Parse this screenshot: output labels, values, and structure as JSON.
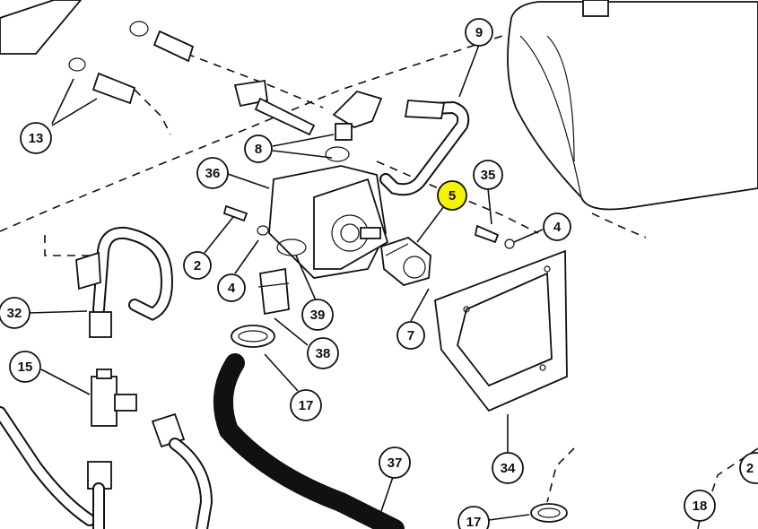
{
  "diagram": {
    "highlight_color": "#f4f400",
    "callouts": [
      {
        "id": "c13",
        "label": "13",
        "highlighted": false
      },
      {
        "id": "c9",
        "label": "9",
        "highlighted": false
      },
      {
        "id": "c8",
        "label": "8",
        "highlighted": false
      },
      {
        "id": "c36",
        "label": "36",
        "highlighted": false
      },
      {
        "id": "c5",
        "label": "5",
        "highlighted": true
      },
      {
        "id": "c35",
        "label": "35",
        "highlighted": false
      },
      {
        "id": "c4a",
        "label": "4",
        "highlighted": false
      },
      {
        "id": "c2a",
        "label": "2",
        "highlighted": false
      },
      {
        "id": "c4b",
        "label": "4",
        "highlighted": false
      },
      {
        "id": "c39",
        "label": "39",
        "highlighted": false
      },
      {
        "id": "c7",
        "label": "7",
        "highlighted": false
      },
      {
        "id": "c32",
        "label": "32",
        "highlighted": false
      },
      {
        "id": "c38",
        "label": "38",
        "highlighted": false
      },
      {
        "id": "c15",
        "label": "15",
        "highlighted": false
      },
      {
        "id": "c17a",
        "label": "17",
        "highlighted": false
      },
      {
        "id": "c34",
        "label": "34",
        "highlighted": false
      },
      {
        "id": "c37",
        "label": "37",
        "highlighted": false
      },
      {
        "id": "c17b",
        "label": "17",
        "highlighted": false
      },
      {
        "id": "c18",
        "label": "18",
        "highlighted": false
      },
      {
        "id": "c2b",
        "label": "2",
        "highlighted": false
      }
    ]
  }
}
